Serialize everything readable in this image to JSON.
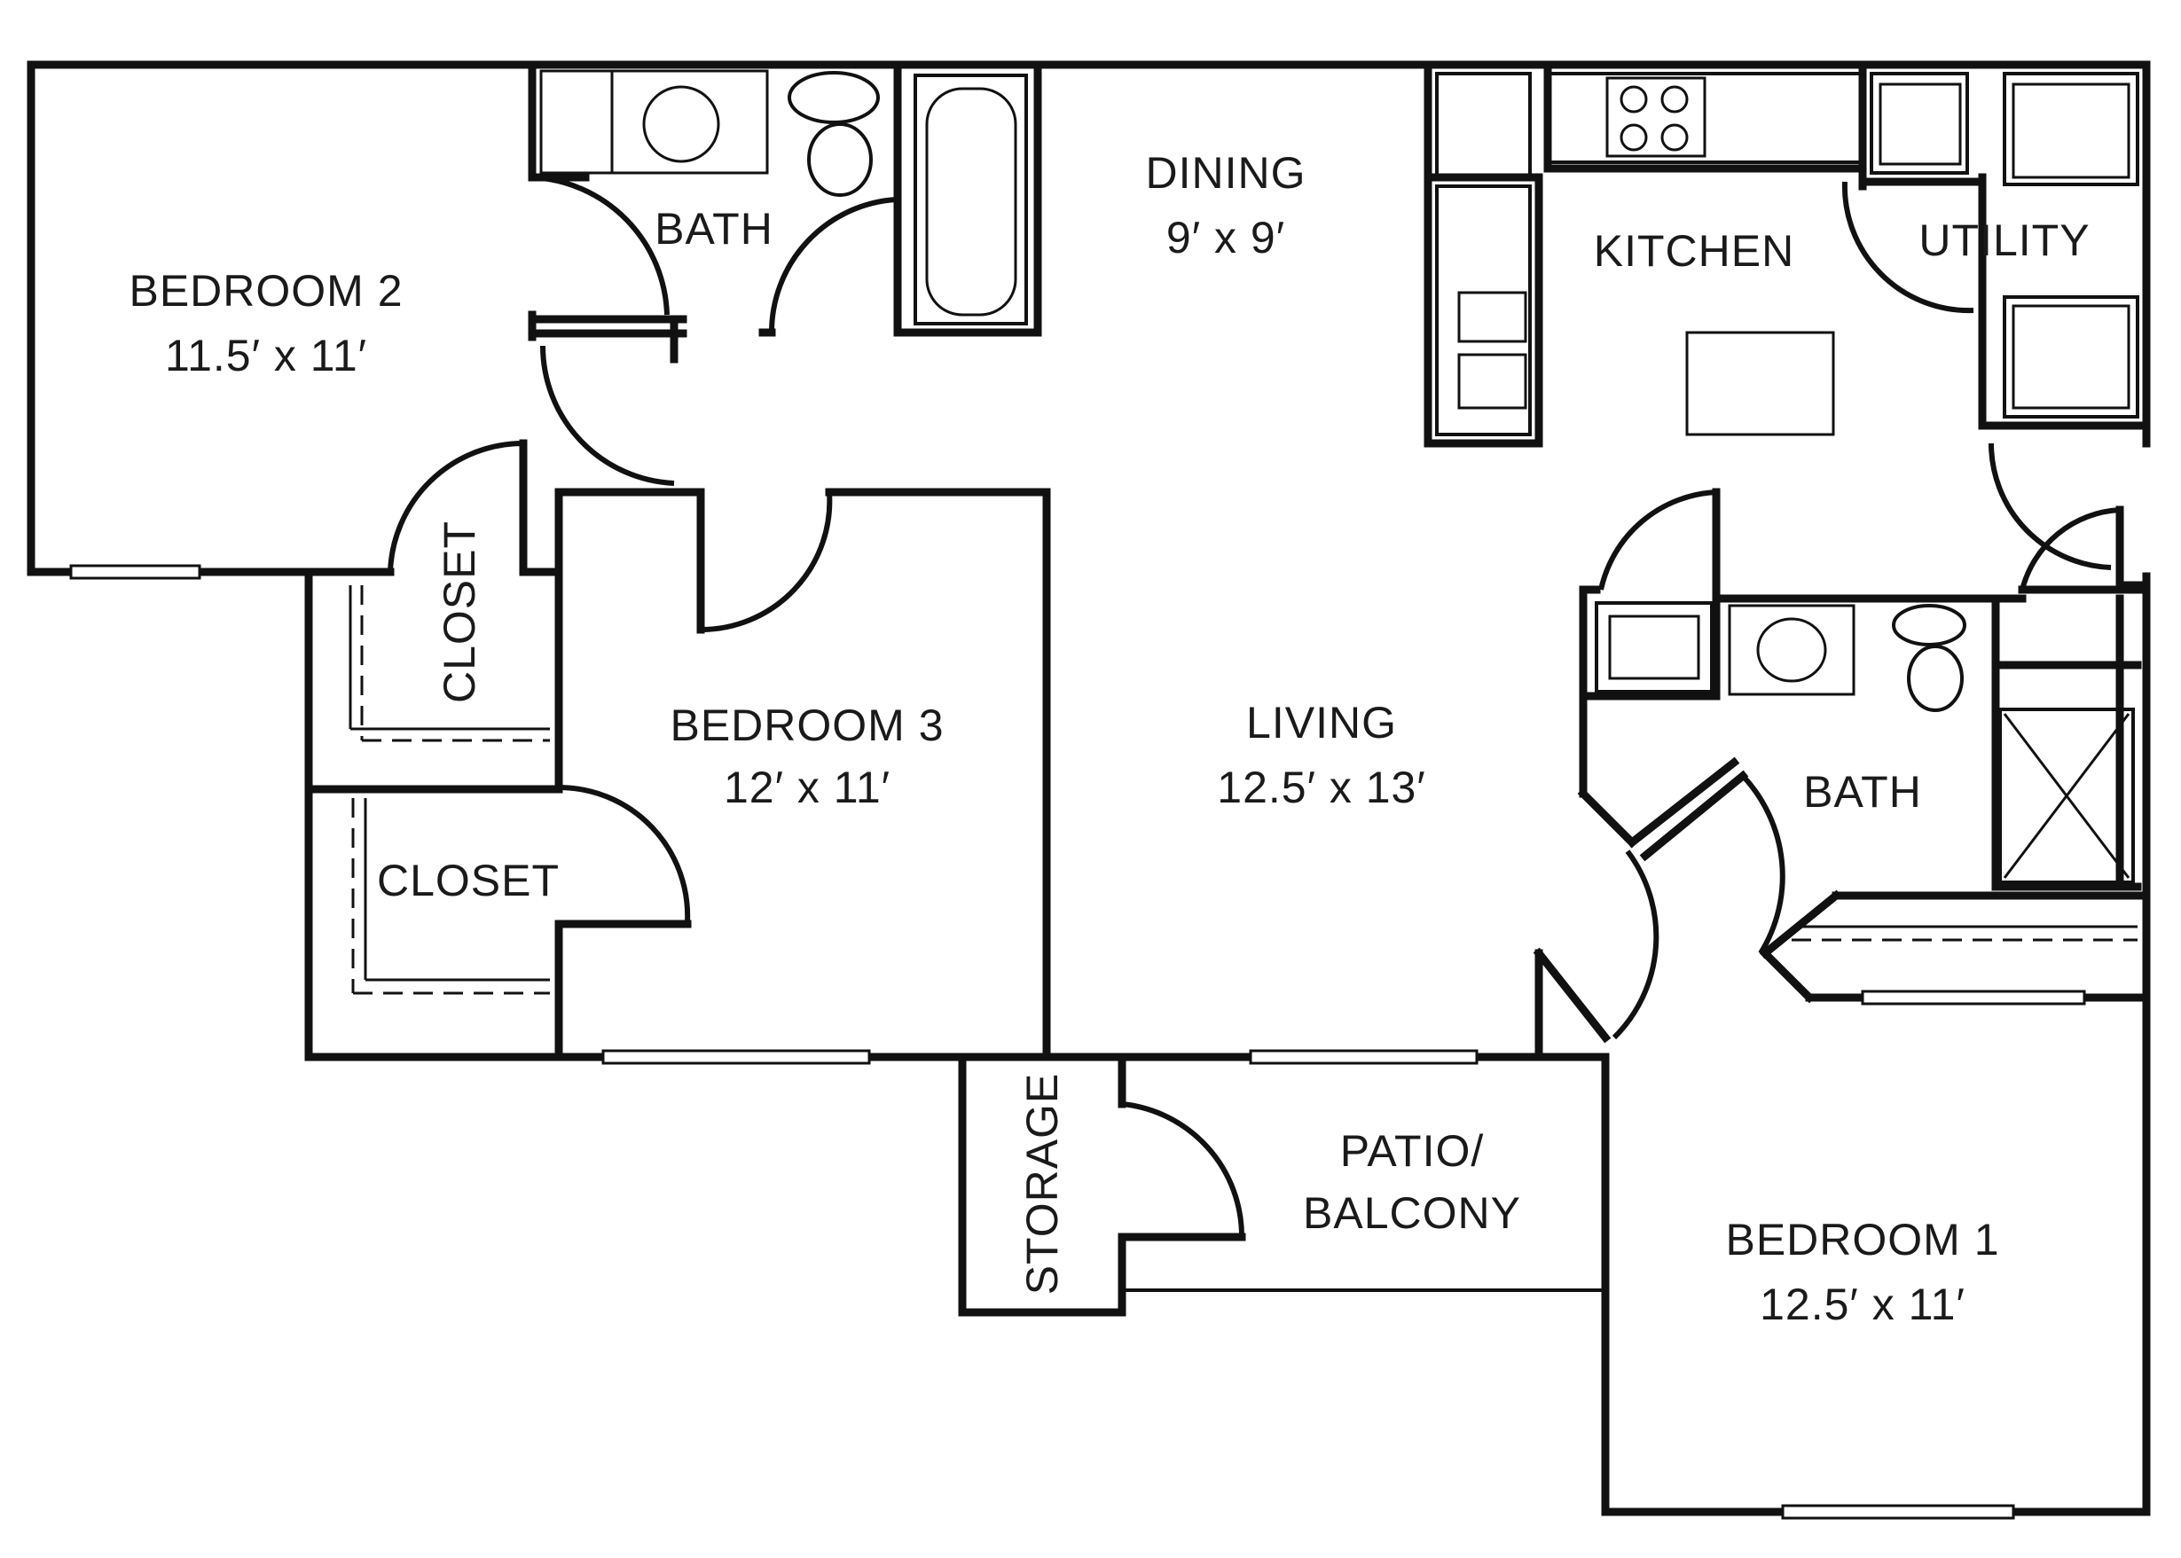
{
  "rooms": {
    "bedroom2": {
      "name": "BEDROOM 2",
      "size": "11.5′ x 11′"
    },
    "bath_upper": {
      "name": "BATH"
    },
    "dining": {
      "name": "DINING",
      "size": "9′ x 9′"
    },
    "kitchen": {
      "name": "KITCHEN"
    },
    "utility": {
      "name": "UTILITY"
    },
    "closet_upper": {
      "name": "CLOSET"
    },
    "closet_lower": {
      "name": "CLOSET"
    },
    "bedroom3": {
      "name": "BEDROOM 3",
      "size": "12′ x 11′"
    },
    "living": {
      "name": "LIVING",
      "size": "12.5′ x 13′"
    },
    "bath_lower": {
      "name": "BATH"
    },
    "storage": {
      "name": "STORAGE"
    },
    "patio": {
      "name": "PATIO/",
      "name2": "BALCONY"
    },
    "bedroom1": {
      "name": "BEDROOM 1",
      "size": "12.5′ x 11′"
    }
  },
  "colors": {
    "line": "#111111",
    "background": "#ffffff"
  }
}
